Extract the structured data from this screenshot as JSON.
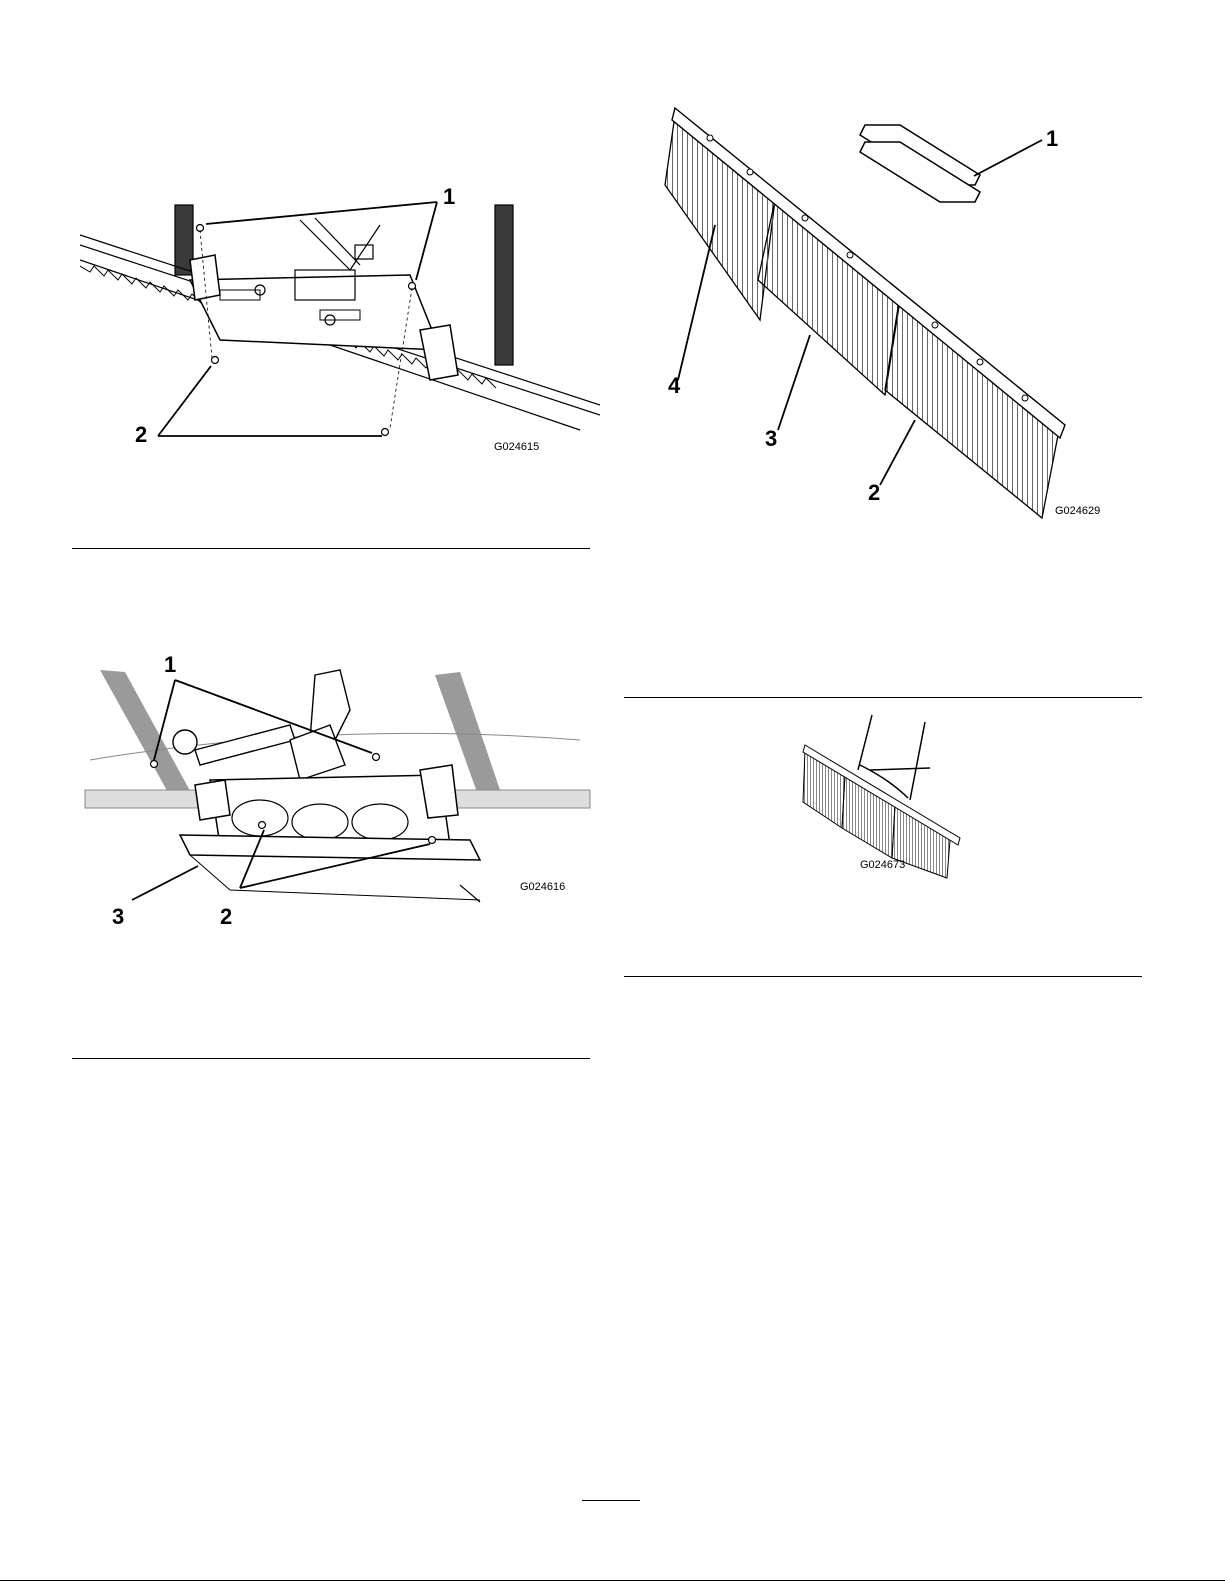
{
  "figures": {
    "fig1": {
      "code": "G024615",
      "callouts": [
        "1",
        "2"
      ]
    },
    "fig2": {
      "code": "G024616",
      "callouts": [
        "1",
        "2",
        "3"
      ]
    },
    "fig3": {
      "code": "G024629",
      "callouts": [
        "1",
        "2",
        "3",
        "4"
      ]
    },
    "fig4": {
      "code": "G024673"
    }
  },
  "page_number": ""
}
